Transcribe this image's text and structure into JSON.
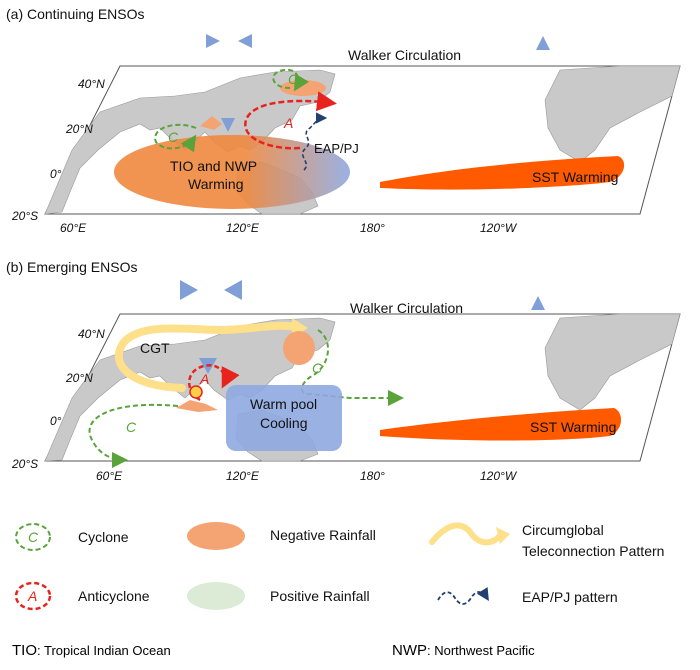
{
  "panels": [
    {
      "title": "(a) Continuing ENSOs",
      "walker_label": "Walker Circulation",
      "lat_labels": [
        "40°N",
        "20°N",
        "0°",
        "20°S"
      ],
      "lon_labels": [
        "60°E",
        "120°E",
        "180°",
        "120°W"
      ],
      "anomaly_warm_label_line1": "TIO and NWP",
      "anomaly_warm_label_line2": "Warming",
      "sst_label": "SST Warming",
      "cyclone_letter": "C",
      "anticyclone_letter": "A",
      "eap_label": "EAP/PJ"
    },
    {
      "title": "(b) Emerging ENSOs",
      "walker_label": "Walker Circulation",
      "lat_labels": [
        "40°N",
        "20°N",
        "0°",
        "20°S"
      ],
      "lon_labels": [
        "60°E",
        "120°E",
        "180°",
        "120°W"
      ],
      "cgt_label": "CGT",
      "coolpool_label_line1": "Warm pool",
      "coolpool_label_line2": "Cooling",
      "sst_label": "SST Warming",
      "cyclone_letter": "C",
      "anticyclone_letter": "A"
    }
  ],
  "legend": {
    "cyclone_symbol": "C",
    "cyclone": "Cyclone",
    "anticyclone_symbol": "A",
    "anticyclone": "Anticyclone",
    "negative_rainfall": "Negative Rainfall",
    "positive_rainfall": "Positive Rainfall",
    "cgt_line1": "Circumglobal",
    "cgt_line2": "Teleconnection Pattern",
    "eap_pattern": "EAP/PJ pattern"
  },
  "footnote": {
    "tio_abbr": "TIO",
    "tio_def": ": Tropical Indian Ocean",
    "nwp_abbr": "NWP",
    "nwp_def": ": Northwest Pacific"
  },
  "colors": {
    "land": "#c9c9c9",
    "ocean": "#ffffff",
    "warm_orange": "#f0883e",
    "sst_orange": "#ff5a00",
    "negative_rain": "#f4a373",
    "positive_rain": "#dcebd5",
    "cool_blue": "#8ea9e0",
    "walker_blue": "#7f9fd6",
    "cyclone_green": "#5aa33a",
    "anticyclone_red": "#e8231d",
    "cgt_yellow": "#fde089",
    "eap_navy": "#23406e"
  }
}
